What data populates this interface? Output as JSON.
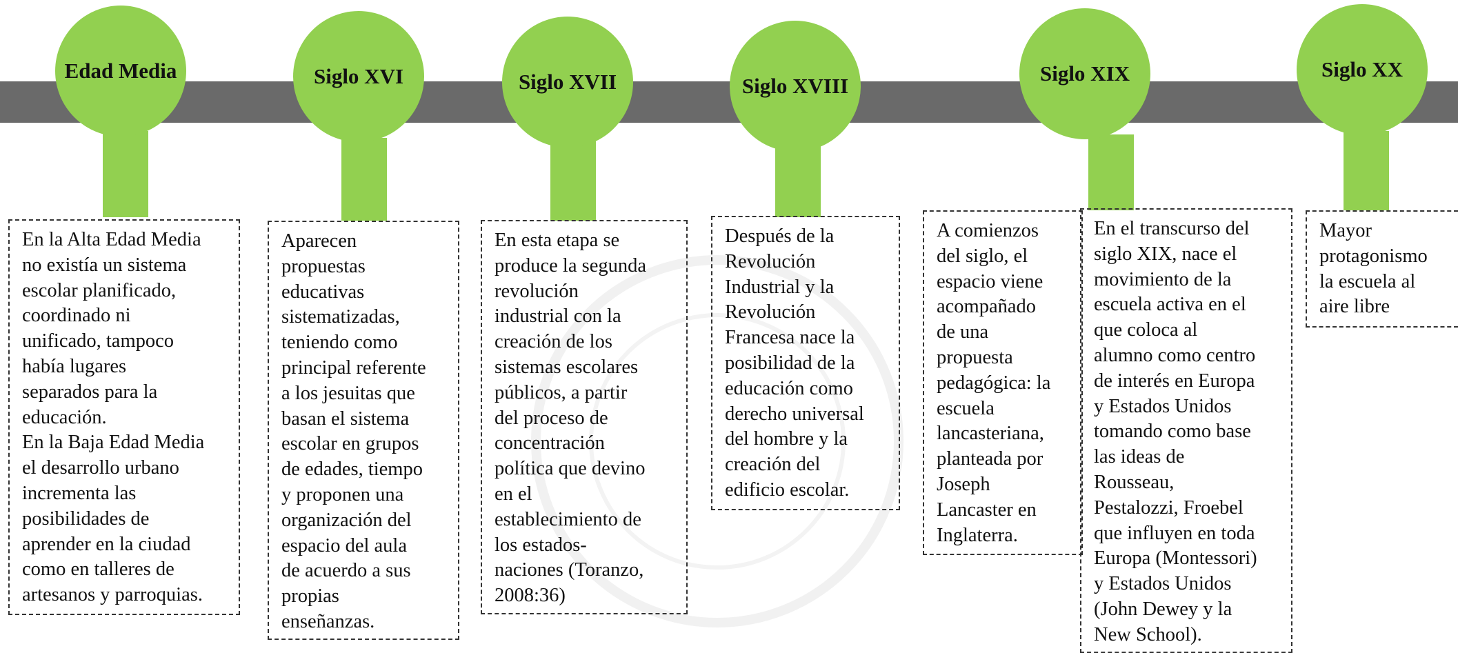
{
  "timeline": {
    "periods": [
      {
        "label": "Edad Media",
        "text": "En la Alta Edad Media\nno existía un sistema\nescolar planificado,\ncoordinado ni\nunificado, tampoco\nhabía lugares\nseparados para la\neducación.\nEn la Baja Edad Media\nel desarrollo urbano\nincrementa las\nposibilidades de\naprender en la ciudad\ncomo en talleres de\nartesanos y parroquias."
      },
      {
        "label": "Siglo XVI",
        "text": "Aparecen\npropuestas\neducativas\nsistematizadas,\nteniendo como\nprincipal referente\na los jesuitas que\nbasan el sistema\nescolar en grupos\nde edades, tiempo\ny proponen una\norganización del\nespacio del aula\nde acuerdo a sus\npropias\nenseñanzas."
      },
      {
        "label": "Siglo XVII",
        "text": "En esta etapa se\nproduce la segunda\nrevolución\nindustrial con la\ncreación de los\nsistemas escolares\npúblicos, a partir\ndel proceso de\nconcentración\npolítica que devino\nen el\nestablecimiento de\nlos estados-\nnaciones (Toranzo,\n2008:36)"
      },
      {
        "label": "Siglo XVIII",
        "text": "Después de la\nRevolución\nIndustrial y la\nRevolución\nFrancesa nace la\nposibilidad de la\neducación como\nderecho universal\ndel hombre y la\ncreación del\nedificio escolar."
      },
      {
        "label": "Siglo XIX",
        "text_a": "A comienzos\ndel siglo, el\nespacio viene\nacompañado\nde una\npropuesta\npedagógica: la\nescuela\nlancasteriana,\nplanteada por\nJoseph\nLancaster en\nInglaterra.",
        "text_b": "En el transcurso del\nsiglo XIX, nace el\nmovimiento de la\nescuela activa en el\nque coloca al\nalumno como centro\nde interés en Europa\ny Estados Unidos\ntomando como base\nlas ideas de\nRousseau,\nPestalozzi, Froebel\nque influyen en toda\nEuropa (Montessori)\ny Estados Unidos\n(John Dewey y la\nNew School)."
      },
      {
        "label": "Siglo XX",
        "text": "Mayor\nprotagonismo\nla escuela al\naire libre"
      }
    ]
  },
  "colors": {
    "bar": "#6a6a6a",
    "node": "#92d050",
    "border": "#333333"
  }
}
